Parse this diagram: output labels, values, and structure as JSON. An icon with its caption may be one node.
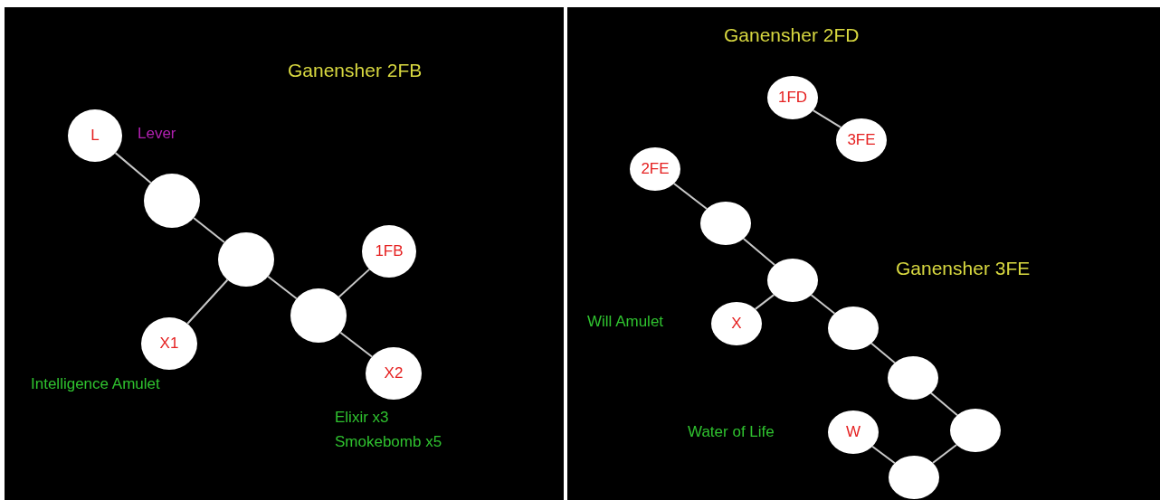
{
  "diagram": {
    "nodes": [
      {
        "text": [
          "L"
        ],
        "beside": [
          "Lever"
        ]
      },
      {
        "text": [],
        "shape": "circle"
      },
      {
        "text": [],
        "shape": "circle"
      },
      {
        "text": [
          "1FB"
        ]
      },
      {
        "text": [],
        "shape": "circle"
      },
      {
        "text": [
          "X1"
        ],
        "beside": [
          "Intelligence Amulet"
        ]
      },
      {
        "text": [
          "X2"
        ],
        "beside": [
          "Elixir x3 Smokebomb x5"
        ]
      },
      {
        "text": [
          "1FD"
        ]
      },
      {
        "text": [
          "3FE"
        ]
      },
      {
        "text": [
          "2FE"
        ]
      },
      {
        "text": [],
        "shape": "circle"
      },
      {
        "text": [],
        "shape": "circle"
      },
      {
        "text": [
          "X"
        ],
        "beside": [
          "Will Amulet"
        ]
      },
      {
        "text": [],
        "shape": "circle"
      },
      {
        "text": [],
        "shape": "circle"
      },
      {
        "text": [],
        "shape": "circle"
      },
      {
        "text": [
          "W"
        ],
        "beside": [
          "Water of Life"
        ]
      },
      {
        "text": [],
        "shape": "circle"
      }
    ],
    "edges": [
      {
        "from": 0,
        "to": 1,
        "arrow": "none"
      },
      {
        "from": 1,
        "to": 2,
        "arrow": "none"
      },
      {
        "from": 2,
        "to": 5,
        "arrow": "none"
      },
      {
        "from": 2,
        "to": 4,
        "arrow": "none"
      },
      {
        "from": 4,
        "to": 3,
        "arrow": "none"
      },
      {
        "from": 4,
        "to": 6,
        "arrow": "none"
      },
      {
        "from": 7,
        "to": 8,
        "arrow": "none"
      },
      {
        "from": 9,
        "to": 10,
        "arrow": "none"
      },
      {
        "from": 10,
        "to": 11,
        "arrow": "none"
      },
      {
        "from": 11,
        "to": 12,
        "arrow": "none"
      },
      {
        "from": 11,
        "to": 13,
        "arrow": "none"
      },
      {
        "from": 13,
        "to": 14,
        "arrow": "none"
      },
      {
        "from": 14,
        "to": 15,
        "arrow": "none"
      },
      {
        "from": 15,
        "to": 17,
        "arrow": "none"
      },
      {
        "from": 17,
        "to": 16,
        "arrow": "none"
      }
    ],
    "labels": [
      "Ganensher 2FB",
      "Ganensher 2FD",
      "Ganensher 3FE"
    ]
  }
}
